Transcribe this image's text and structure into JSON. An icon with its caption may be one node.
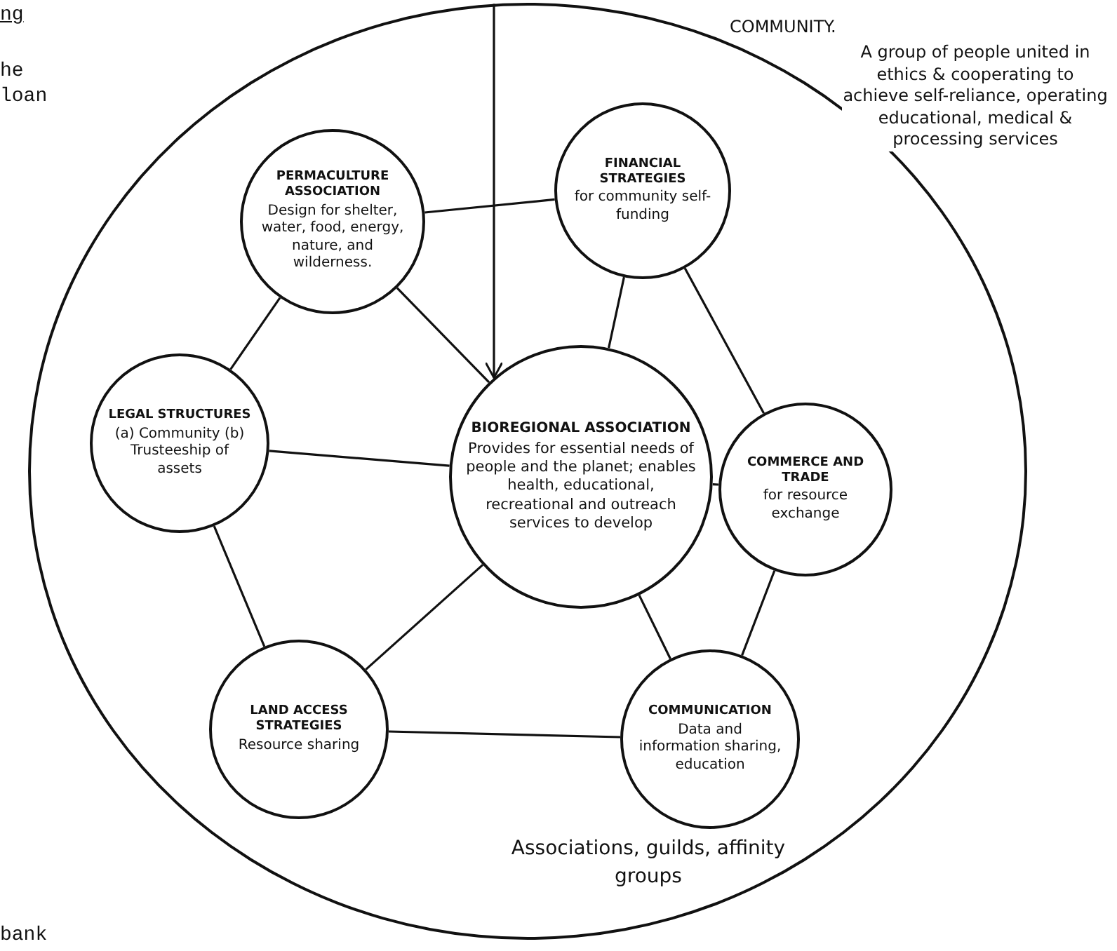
{
  "diagram": {
    "nodes": [
      {
        "text": [
          "Associations, guilds, affinity groups"
        ]
      },
      {
        "text": [
          "PERMACULTURE ASSOCIATION",
          "Design for shelter, water, food, energy, nature, and wilderness."
        ],
        "in": 0
      },
      {
        "text": [
          "FINANCIAL STRATEGIES",
          "for community self-funding"
        ],
        "in": 0
      },
      {
        "text": [
          "LEGAL STRUCTURES",
          "(a) Community (b) Trusteeship of assets"
        ],
        "in": 0
      },
      {
        "text": [
          "BIOREGIONAL ASSOCIATION",
          "Provides for essential needs of people and the planet; enables health, educational, recreational and outreach services to develop"
        ],
        "in": 0
      },
      {
        "text": [
          "COMMERCE AND TRADE",
          "for resource exchange"
        ],
        "in": 0
      },
      {
        "text": [
          "LAND ACCESS STRATEGIES",
          "Resource sharing"
        ],
        "in": 0
      },
      {
        "text": [
          "COMMUNICATION",
          "Data and information sharing, education"
        ],
        "in": 0
      }
    ],
    "edges": [
      {
        "from": 0,
        "to": 4,
        "arrow": "to"
      },
      {
        "from": 1,
        "to": 2,
        "arrow": "none"
      },
      {
        "from": 1,
        "to": 3,
        "arrow": "none"
      },
      {
        "from": 1,
        "to": 4,
        "arrow": "none"
      },
      {
        "from": 2,
        "to": 4,
        "arrow": "none"
      },
      {
        "from": 2,
        "to": 5,
        "arrow": "none"
      },
      {
        "from": 3,
        "to": 4,
        "arrow": "none"
      },
      {
        "from": 3,
        "to": 6,
        "arrow": "none"
      },
      {
        "from": 4,
        "to": 5,
        "arrow": "none"
      },
      {
        "from": 4,
        "to": 6,
        "arrow": "none"
      },
      {
        "from": 4,
        "to": 7,
        "arrow": "none"
      },
      {
        "from": 5,
        "to": 7,
        "arrow": "none"
      },
      {
        "from": 6,
        "to": 7,
        "arrow": "none"
      }
    ],
    "labels": [
      "ng",
      "he",
      "loan",
      "COMMUNITY.",
      "A group of people united in ethics & cooperating to achieve self-reliance, operating educational, medical & processing services",
      "bank"
    ]
  }
}
